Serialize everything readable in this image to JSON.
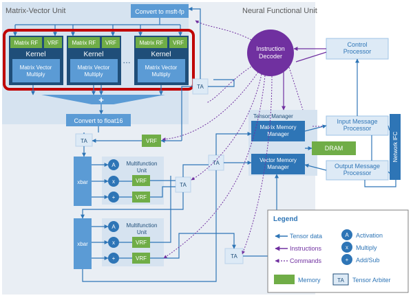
{
  "colors": {
    "blue_dark": "#1f4e79",
    "blue_box": "#5b9bd5",
    "blue_fill": "#4a8ac9",
    "blue_light": "#ddeaf6",
    "panel_bg": "#e9eef4",
    "region_bg": "#d6e3f0",
    "green": "#70ad47",
    "purple": "#7030a0",
    "red_highlight": "#c00000",
    "arrow_blue": "#2e75b6",
    "gray_text": "#595959"
  },
  "regions": {
    "neural_functional_unit": "Neural Functional Unit",
    "matrix_vector_unit": "Matrix-Vector Unit",
    "tensor_manager": "Tensor Manager"
  },
  "mvu": {
    "convert_msft": "Convert to msft-fp",
    "convert_float16": "Convert to float16",
    "plus": "+",
    "ellipsis": "…",
    "kernels": [
      {
        "rf": "Matrix RF",
        "vrf": "VRF",
        "label": "Kernel",
        "mvm": "Matrix Vector Multiply"
      },
      {
        "rf": "Matrix RF",
        "vrf": "VRF",
        "label": "Kernel",
        "mvm": "Matrix Vector Multiply"
      },
      {
        "rf": "Matrix RF",
        "vrf": "VRF",
        "label": "Kernel",
        "mvm": "Matrix Vector Multiply"
      }
    ]
  },
  "blocks": {
    "instruction_decoder": "Instruction Decoder",
    "control_processor": "Control Processor",
    "input_message_processor": "Input Message Processor",
    "output_message_processor": "Output Message Processor",
    "network_ifc": "Network IFC",
    "matrix_memory_manager": "Matrix Memory Manager",
    "vector_memory_manager": "Vector Memory Manager",
    "dram": "DRAM",
    "vrf": "VRF",
    "ta": "TA"
  },
  "mfu": {
    "title": "Multifunction Unit",
    "xbar": "xbar",
    "ops": {
      "activation": "A",
      "multiply": "x",
      "add": "+"
    },
    "vrf": "VRF"
  },
  "legend": {
    "title": "Legend",
    "tensor_data": "Tensor data",
    "instructions": "Instructions",
    "commands": "Commands",
    "activation_symbol": "A",
    "activation": "Activation",
    "multiply_symbol": "x",
    "multiply": "Multiply",
    "add_symbol": "+",
    "add_sub": "Add/Sub",
    "memory": "Memory",
    "ta_symbol": "TA",
    "tensor_arbiter": "Tensor Arbiter"
  }
}
